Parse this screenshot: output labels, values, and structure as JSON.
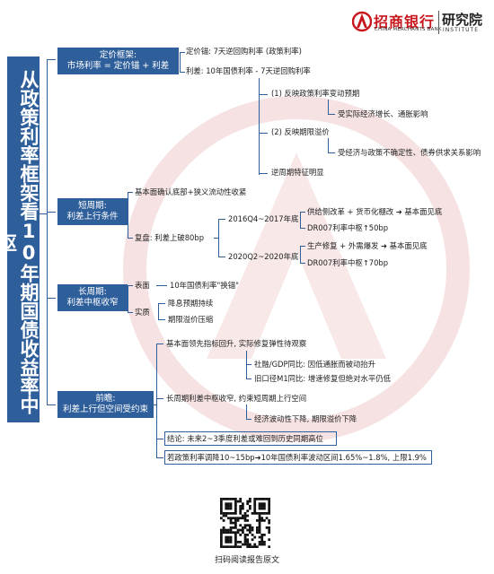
{
  "brand": {
    "name_cn": "招商银行",
    "name_en": "CHINA MERCHANTS BANK",
    "dept_cn": "研究院",
    "dept_en": "INSTITUTE"
  },
  "title_chars": [
    "从",
    "政",
    "策",
    "利",
    "率",
    "框",
    "架",
    "看",
    "10",
    "年",
    "期",
    "国",
    "债",
    "收",
    "益",
    "率",
    "中",
    "枢"
  ],
  "sections": {
    "framework": {
      "line1": "定价框架:",
      "line2": "市场利率 = 定价锚 + 利差"
    },
    "short": {
      "line1": "短周期:",
      "line2": "利差上行条件"
    },
    "long": {
      "line1": "长周期:",
      "line2": "利差中枢收窄"
    },
    "outlook": {
      "line1": "前瞻:",
      "line2": "利差上行但空间受约束"
    }
  },
  "framework_items": {
    "anchor": "定价锚: 7天逆回购利率 (政策利率)",
    "spread": "利差: 10年国债利率 - 7天逆回购利率",
    "p1": "(1) 反映政策利率变动预期",
    "p1a": "受实际经济增长、通胀影响",
    "p2": "(2) 反映期限溢价",
    "p2a": "受经济与政策不确定性、债券供求关系影响",
    "p3": "逆周期特征明显"
  },
  "short_items": {
    "a": "基本面确认底部+狭义流动性收紧",
    "b": "复盘: 利差上破80bp",
    "b1": "2016Q4~2017年底",
    "b1a": "供给侧改革 + 货币化棚改 ➜ 基本面见底",
    "b1b": "DR007利率中枢↑50bp",
    "b2": "2020Q2~2020年底",
    "b2a": "生产修复 + 外需爆发 ➜ 基本面见底",
    "b2b": "DR007利率中枢↑70bp"
  },
  "long_items": {
    "a_label": "表面",
    "a": "10年国债利率\"换锚\"",
    "b_label": "实质",
    "b1": "降息预期持续",
    "b2": "期限溢价压缩"
  },
  "outlook_items": {
    "a": "基本面领先指标回升, 实际修复弹性待观察",
    "a1": "社融/GDP同比: 因低通胀而被动抬升",
    "a2": "旧口径M1同比: 增速修复但绝对水平仍低",
    "b": "长周期利差中枢收窄, 约束短周期上行空间",
    "b1": "经济波动性下降, 期限溢价下降",
    "c": "结论: 未来2~3季度利差或难回到历史同期高位",
    "d": "若政策利率调降10~15bp➜10年国债利率波动区间1.65%~1.8%, 上限1.9%"
  },
  "footer": {
    "caption": "扫码阅读报告原文"
  },
  "colors": {
    "primary": "#2f5f9b",
    "brand_red": "#c8161d",
    "watermark": "#f6dede"
  }
}
